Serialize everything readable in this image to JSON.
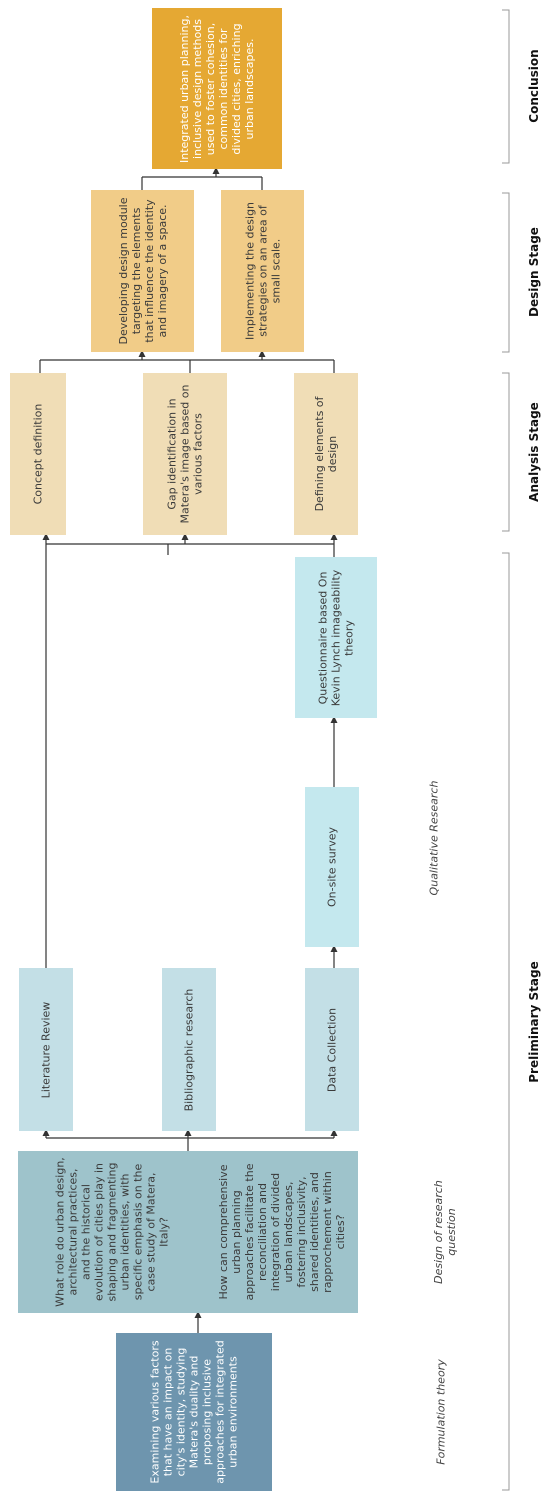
{
  "colors": {
    "formulation": "#6e95ae",
    "design_question": "#9ec3cb",
    "preliminary": "#c3dfe6",
    "qualitative": "#c4e8ee",
    "analysis": "#f0ddb6",
    "design": "#f1cc88",
    "conclusion": "#e5a833",
    "line": "#333333",
    "bracket": "#9a9a9a"
  },
  "boxes": {
    "formulation": "Examining various factors that have an impact on city's identity, studying Matera's duality and proposing inclusive approaches for integrated urban environments",
    "question_1": "What role do urban design, architectural practices, and the historical evolution of cities play in shaping and fragmenting urban identities, with specific emphasis on the case study of Matera, Italy?",
    "question_2": "How can comprehensive urban planning approaches facilitate the reconciliation and integration of divided urban landscapes, fostering inclusivity, shared identities, and rapprochement within cities?",
    "literature_review": "Literature Review",
    "bibliographic_research": "Bibliographic research",
    "data_collection": "Data Collection",
    "on_site_survey": "On-site survey",
    "questionnaire": "Questionnaire based On Kevin Lynch imageability theory",
    "concept_definition": "Concept definition",
    "gap_identification": "Gap identification in Matera's image based on various factors",
    "defining_elements": "Defining elements of design",
    "developing_module": "Developing design module targeting the elements that influence the identity and imagery of a space.",
    "implementing_strategies": "Implementing the design strategies on an area of small scale.",
    "conclusion_text": "Integrated urban planning, inclusive design methods used to foster cohesion, common identities for divided cities, enriching urban landscapes."
  },
  "labels": {
    "formulation_theory": "Formulation theory",
    "design_of_research_question": "Design of research question",
    "qualitative_research": "Qualitative Research"
  },
  "stages": {
    "preliminary": "Preliminary Stage",
    "analysis": "Analysis Stage",
    "design": "Design Stage",
    "conclusion": "Conclusion"
  }
}
